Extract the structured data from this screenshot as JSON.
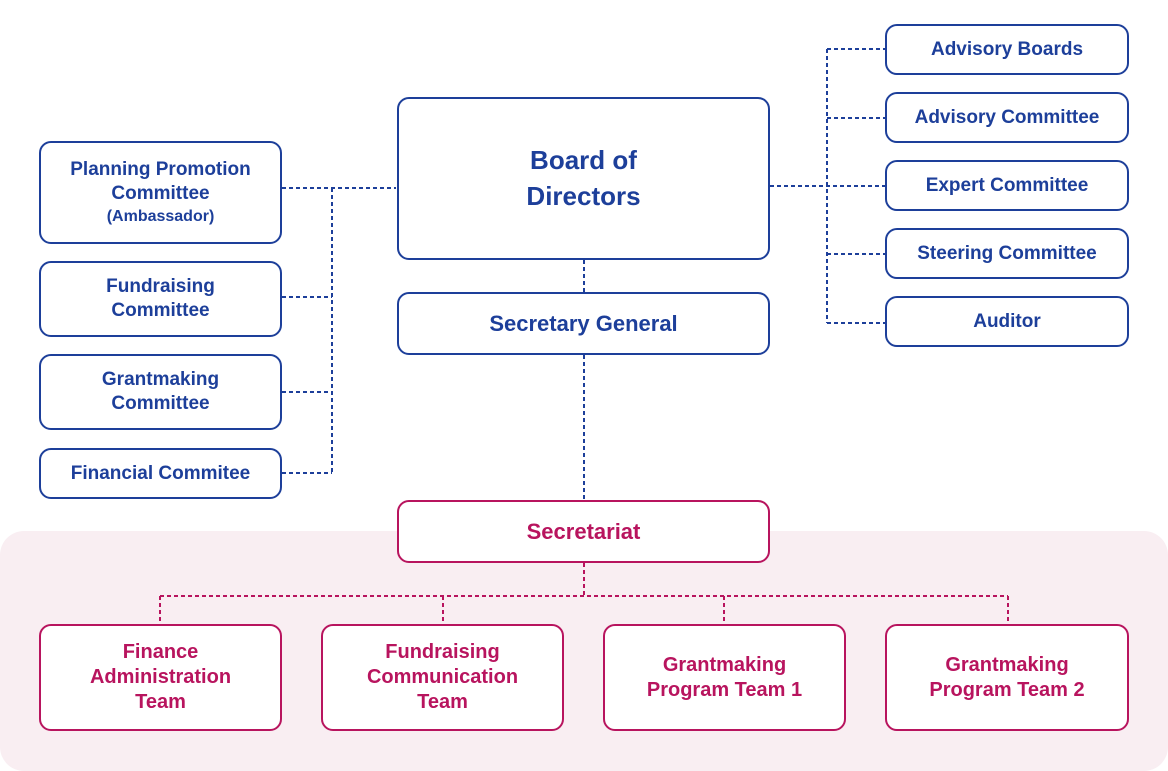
{
  "board": [
    "Board of",
    "Directors"
  ],
  "secretary_general": "Secretary General",
  "secretariat": "Secretariat",
  "left_committees": [
    {
      "lines": [
        "Planning Promotion",
        "Committee"
      ],
      "sub": "(Ambassador)"
    },
    {
      "lines": [
        "Fundraising",
        "Committee"
      ]
    },
    {
      "lines": [
        "Grantmaking",
        "Committee"
      ]
    },
    {
      "lines": [
        "Financial Commitee"
      ]
    }
  ],
  "right_committees": [
    "Advisory Boards",
    "Advisory Committee",
    "Expert Committee",
    "Steering Committee",
    "Auditor"
  ],
  "teams": [
    [
      "Finance",
      "Administration",
      "Team"
    ],
    [
      "Fundraising",
      "Communication",
      "Team"
    ],
    [
      "Grantmaking",
      "Program Team 1"
    ],
    [
      "Grantmaking",
      "Program Team 2"
    ]
  ],
  "colors": {
    "navy": "#1d3f9a",
    "magenta": "#b8145e",
    "pink_background": "#f9eef2"
  }
}
